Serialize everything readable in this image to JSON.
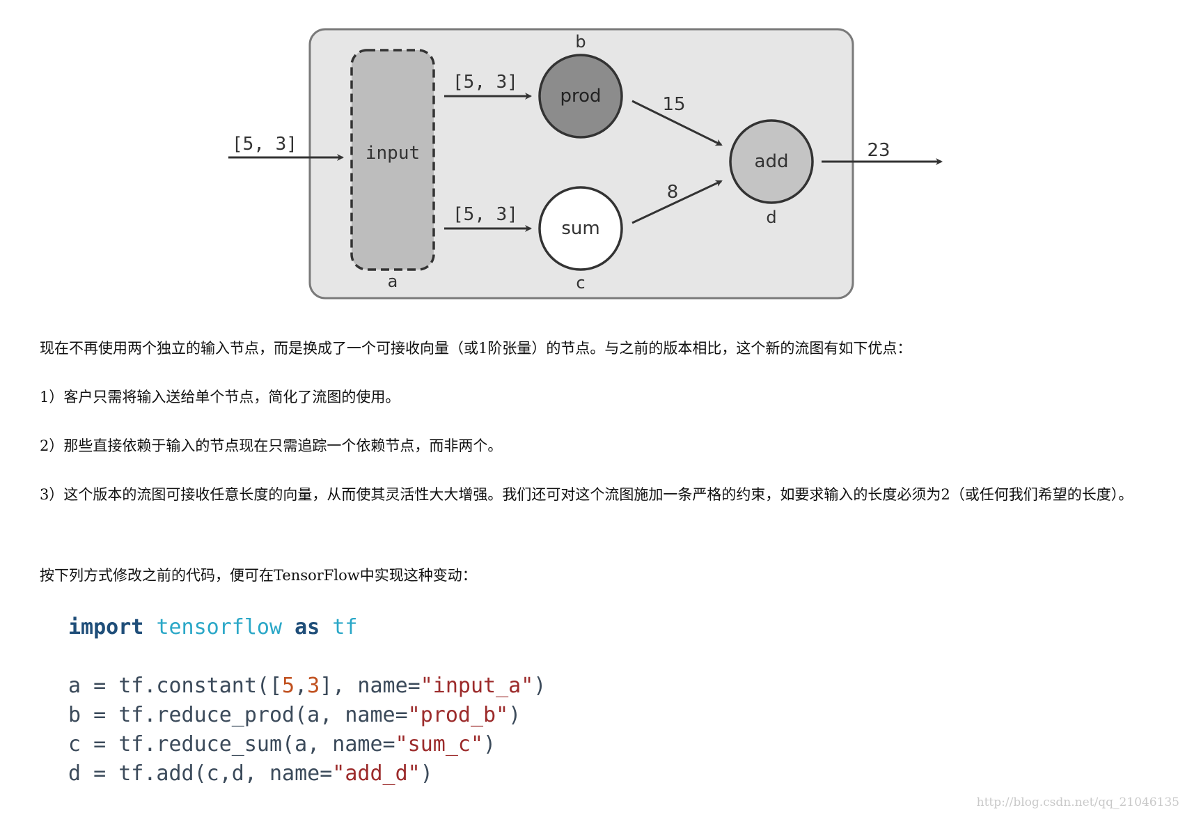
{
  "diagram": {
    "input_edge_label": "[5, 3]",
    "input_node": {
      "text": "input",
      "id": "a"
    },
    "edge_to_prod": "[5, 3]",
    "edge_to_sum": "[5, 3]",
    "prod_node": {
      "text": "prod",
      "id": "b"
    },
    "sum_node": {
      "text": "sum",
      "id": "c"
    },
    "add_node": {
      "text": "add",
      "id": "d"
    },
    "edge_prod_add": "15",
    "edge_sum_add": "8",
    "output_label": "23",
    "colors": {
      "frame_fill": "#e6e6e6",
      "frame_stroke": "#7a7a7a",
      "input_fill": "#bdbdbd",
      "prod_fill": "#8c8c8c",
      "sum_fill": "#ffffff",
      "add_fill": "#c4c4c4",
      "ink": "#333333"
    }
  },
  "paragraphs": {
    "p1": "现在不再使用两个独立的输入节点，而是换成了一个可接收向量（或1阶张量）的节点。与之前的版本相比，这个新的流图有如下优点：",
    "p2": "1）客户只需将输入送给单个节点，简化了流图的使用。",
    "p3": "2）那些直接依赖于输入的节点现在只需追踪一个依赖节点，而非两个。",
    "p4": "3）这个版本的流图可接收任意长度的向量，从而使其灵活性大大增强。我们还可对这个流图施加一条严格的约束，如要求输入的长度必须为2（或任何我们希望的长度）。",
    "p5": "按下列方式修改之前的代码，便可在TensorFlow中实现这种变动："
  },
  "code": {
    "import_kw": "import",
    "module": "tensorflow",
    "as_kw": "as",
    "alias": "tf",
    "line_a_pre": "a = tf.constant([",
    "line_a_n1": "5",
    "line_a_comma": ",",
    "line_a_n2": "3",
    "line_a_mid": "], name=",
    "line_a_str": "\"input_a\"",
    "line_a_end": ")",
    "line_b_pre": "b = tf.reduce_prod(a, name=",
    "line_b_str": "\"prod_b\"",
    "line_b_end": ")",
    "line_c_pre": "c = tf.reduce_sum(a, name=",
    "line_c_str": "\"sum_c\"",
    "line_c_end": ")",
    "line_d_pre": "d = tf.add(c,d, name=",
    "line_d_str": "\"add_d\"",
    "line_d_end": ")"
  },
  "watermark": "http://blog.csdn.net/qq_21046135"
}
